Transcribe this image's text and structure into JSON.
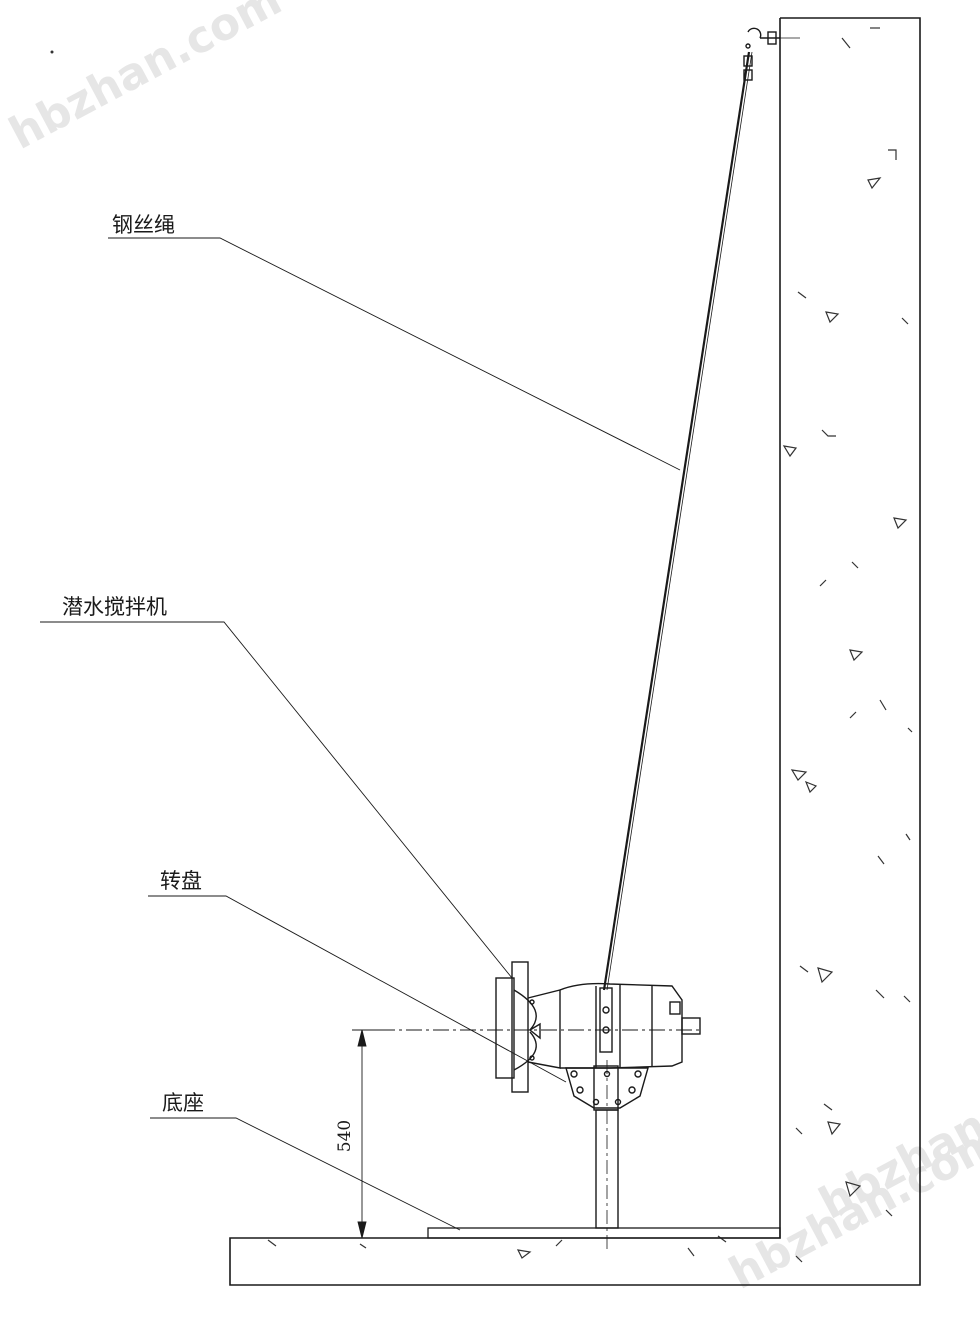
{
  "labels": {
    "wire_rope": "钢丝绳",
    "mixer": "潜水搅拌机",
    "turntable": "转盘",
    "base": "底座"
  },
  "dimension": {
    "value": "540"
  },
  "watermarks": [
    "hbzhan.com",
    "hbzhan.com",
    "hbzhan.com"
  ],
  "colors": {
    "line": "#1a1a1a",
    "background": "#ffffff",
    "watermark": "#e6e6e6"
  }
}
